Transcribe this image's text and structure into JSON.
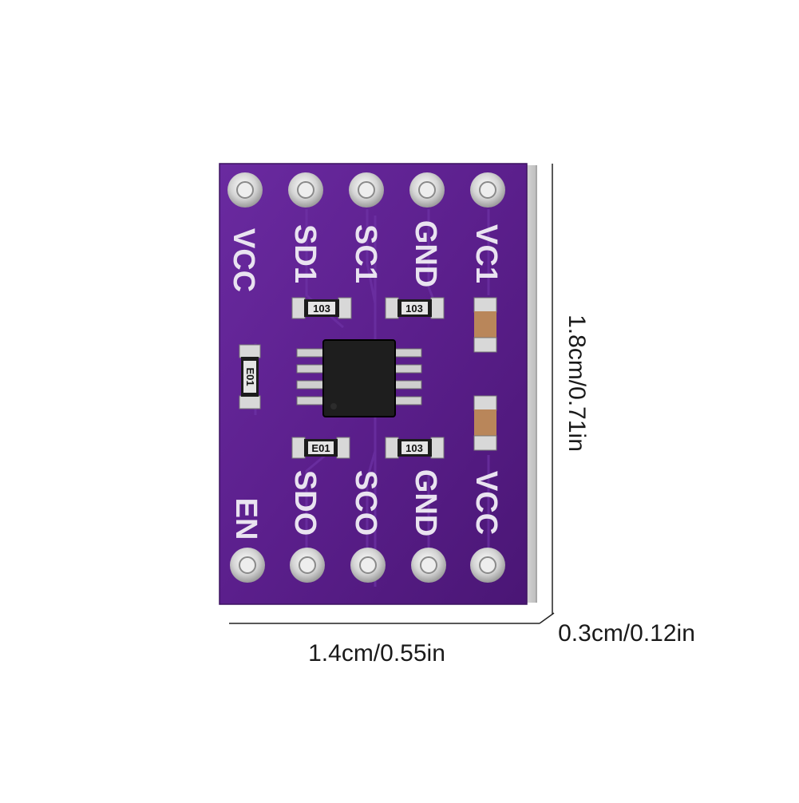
{
  "dimensions": {
    "height": "1.8cm/0.71in",
    "width": "1.4cm/0.55in",
    "thickness": "0.3cm/0.12in"
  },
  "board": {
    "pcb_color": "#5b1f8c",
    "top_pins": [
      "VCC",
      "SD1",
      "SC1",
      "GND",
      "VC1"
    ],
    "bottom_pins": [
      "EN",
      "SDO",
      "SCO",
      "GND",
      "VCC"
    ],
    "resistor_codes": {
      "top_left": "103",
      "top_right": "103",
      "left": "E01",
      "bottom_left": "E01",
      "bottom_right": "103"
    }
  }
}
